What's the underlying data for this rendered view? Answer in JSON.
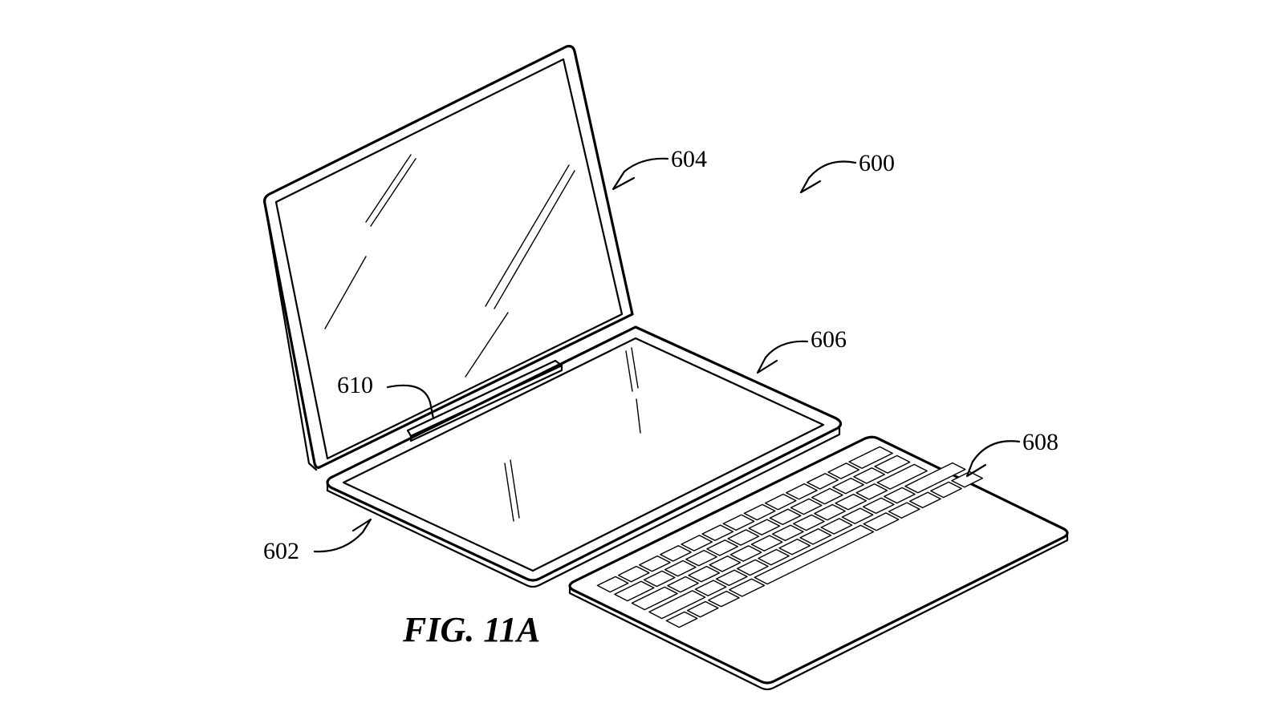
{
  "figure_label": "FIG. 11A",
  "reference_numerals": {
    "device": "600",
    "base": "602",
    "upper_display": "604",
    "lower_display": "606",
    "keyboard": "608",
    "hinge": "610"
  },
  "colors": {
    "line": "#000000",
    "background": "#ffffff"
  }
}
